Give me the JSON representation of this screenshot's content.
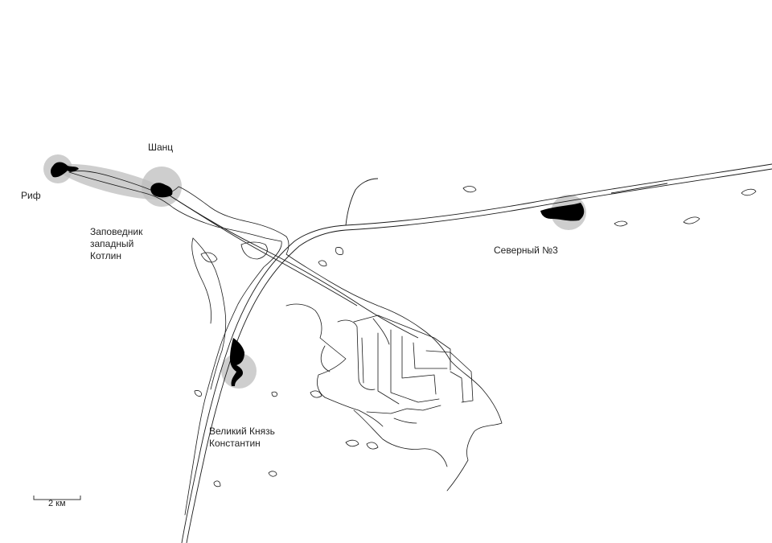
{
  "map": {
    "places": [
      {
        "id": "rif",
        "label": "Риф"
      },
      {
        "id": "shanc",
        "label": "Шанц"
      },
      {
        "id": "zapovednik",
        "label": "Заповедник\nзападный\nКотлин"
      },
      {
        "id": "severny",
        "label": "Северный №3"
      },
      {
        "id": "knyaz",
        "label": "Великий Князь\nКонстантин"
      }
    ],
    "scale_bar": {
      "label": "2 км"
    },
    "colors": {
      "site": "#000000",
      "halo": "#bdbdbd",
      "line": "#1a1a1a"
    }
  }
}
